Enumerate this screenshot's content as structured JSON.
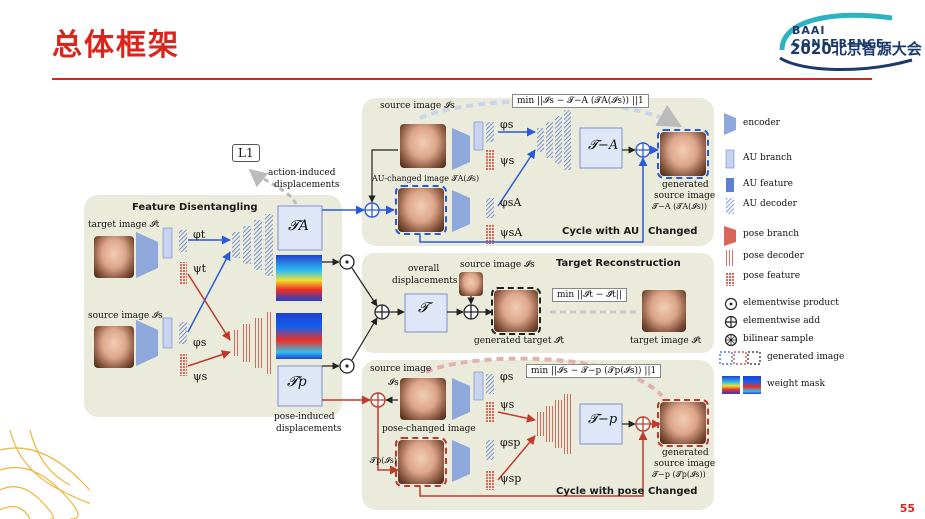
{
  "slide": {
    "title": "总体框架",
    "page_number": "55"
  },
  "logo": {
    "line1": "BAAI CONFERENCE",
    "line2": "2020北京智源大会"
  },
  "diagram": {
    "panels": {
      "feature_disentangling": "Feature Disentangling",
      "cycle_au": "Cycle with AU",
      "changed_top": "Changed",
      "target_reconstruction": "Target  Reconstruction",
      "cycle_pose": "Cycle with pose",
      "changed_bottom": "Changed"
    },
    "labels": {
      "target_image_left": "target image 𝓘t",
      "source_image_left": "source image 𝓘s",
      "phi_t": "φt",
      "psi_t": "ψt",
      "phi_s": "φs",
      "psi_s": "ψs",
      "L1": "L1",
      "action_induced": "action-induced",
      "displacements_1": "displacements",
      "T_A": "𝓣A",
      "T_p": "𝓣p",
      "pose_induced": "pose-induced",
      "displacements_2": "displacements",
      "source_image_top": "source image 𝓘s",
      "au_changed_image": "AU-changed image 𝓣A(𝓘s)",
      "phi_s_top": "φs",
      "psi_s_top": "ψs",
      "phi_s_A": "φsA",
      "psi_s_A": "ψsA",
      "T_minus_A": "𝓣−A",
      "generated_top_1": "generated",
      "generated_top_2": "source image",
      "generated_top_3": "𝓣−A (𝓣A(𝓘s))",
      "overall": "overall",
      "displacements_3": "displacements",
      "T_overall": "𝓣",
      "source_image_mid": "source image 𝓘s",
      "generated_target": "generated target 𝓘̂t",
      "target_image_right": "target image 𝓘t",
      "source_image_bot": "source image",
      "I_s_bot": "𝓘s",
      "pose_changed_image": "pose-changed image",
      "Tp_Is": "𝓣p(𝓘s)",
      "phi_s_bot": "φs",
      "psi_s_bot": "ψs",
      "phi_s_p": "φsp",
      "psi_s_p": "ψsp",
      "T_minus_p": "𝓣−p",
      "generated_bot_1": "generated",
      "generated_bot_2": "source image",
      "generated_bot_3": "𝓣−p (𝓣p(𝓘s))"
    },
    "formulas": {
      "top": "min ||𝓘s − 𝓣−A (𝓣A(𝓘s)) ||1",
      "mid": "min ||𝓘t − 𝓘̂t||",
      "bot": "min ||𝓘s − 𝓣−p (𝓣p(𝓘s)) ||1"
    },
    "legend": [
      {
        "label": "encoder",
        "icon": "encoder-icon",
        "color": "#8fa8dc"
      },
      {
        "label": "AU branch",
        "icon": "au-branch-icon",
        "color": "#8fa8dc"
      },
      {
        "label": "AU feature",
        "icon": "au-feature-icon",
        "color": "#5b7fd4"
      },
      {
        "label": "AU decoder",
        "icon": "au-decoder-icon",
        "color": "#5b7fd4"
      },
      {
        "label": "pose branch",
        "icon": "pose-branch-icon",
        "color": "#d9665a"
      },
      {
        "label": "pose decoder",
        "icon": "pose-decoder-icon",
        "color": "#c0392b"
      },
      {
        "label": "pose feature",
        "icon": "pose-feature-icon",
        "color": "#d9665a"
      },
      {
        "label": "elementwise product",
        "icon": "odot-icon",
        "color": "#111111"
      },
      {
        "label": "elementwise add",
        "icon": "oplus-icon",
        "color": "#111111"
      },
      {
        "label": "bilinear sample",
        "icon": "bilinear-icon",
        "color": "#111111"
      },
      {
        "label": "generated image",
        "icon": "generated-image-icon",
        "color": "#2a5bd7"
      },
      {
        "label": "weight mask",
        "icon": "weight-mask-icon",
        "color": "#e74c3c"
      }
    ],
    "colors": {
      "accent": "#d9261c",
      "panel_bg": "#ebebdc",
      "blue": "#2a5bd7",
      "red": "#c0392b"
    }
  }
}
